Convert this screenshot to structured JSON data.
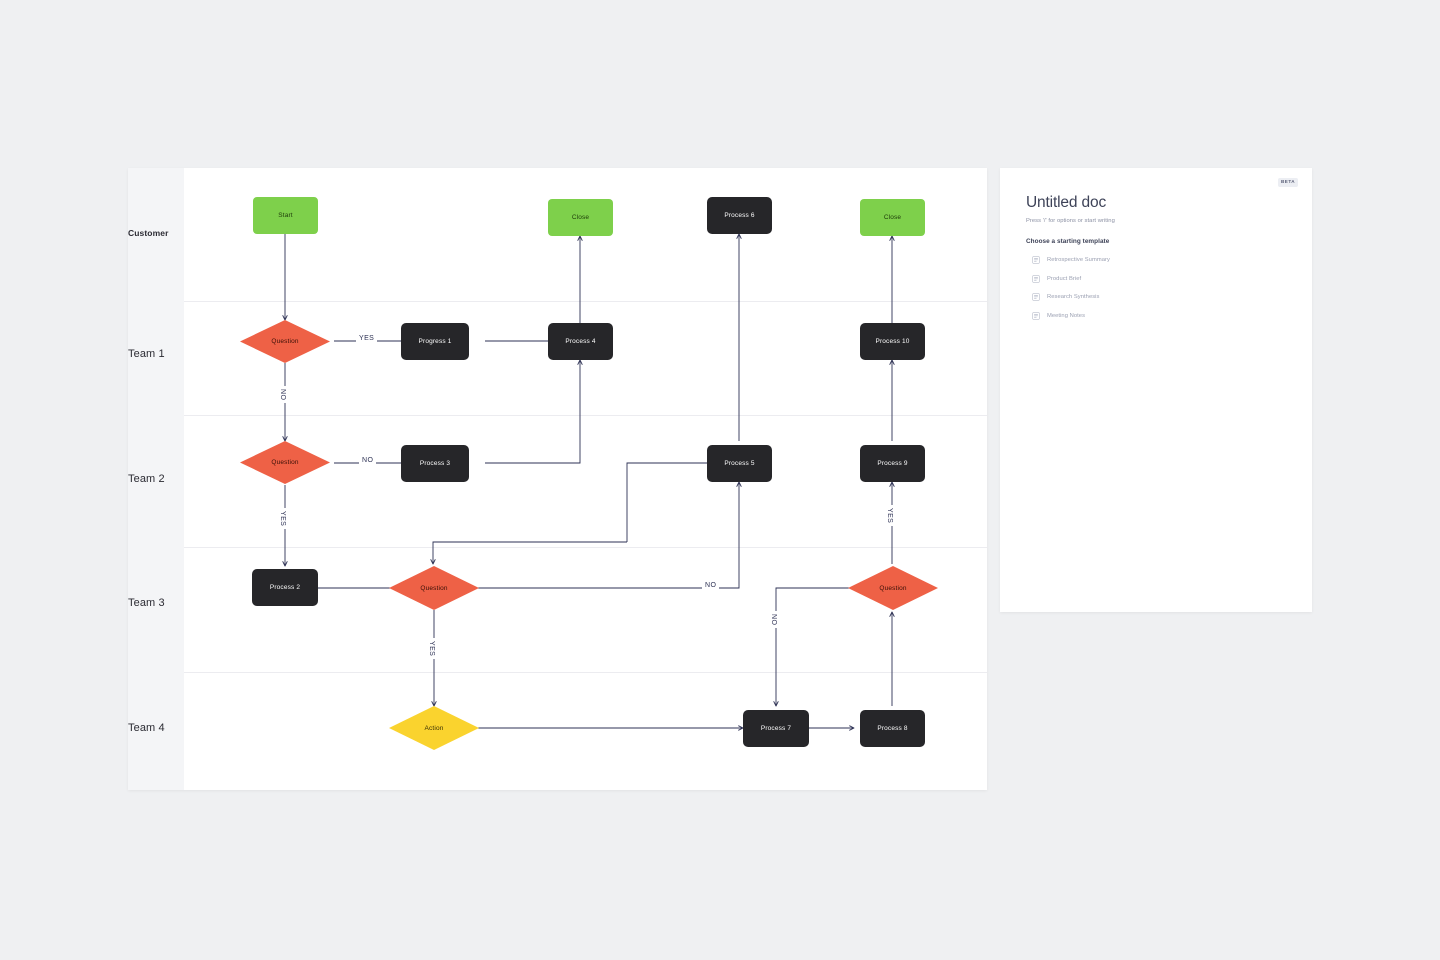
{
  "board": {
    "lanes": [
      {
        "label": "Customer",
        "emphasis": "bold"
      },
      {
        "label": "Team 1",
        "emphasis": "normal"
      },
      {
        "label": "Team 2",
        "emphasis": "normal"
      },
      {
        "label": "Team 3",
        "emphasis": "normal"
      },
      {
        "label": "Team 4",
        "emphasis": "normal"
      }
    ],
    "nodes": [
      {
        "id": "start",
        "label": "Start",
        "shape": "box",
        "color": "green",
        "lane": "Customer"
      },
      {
        "id": "close1",
        "label": "Close",
        "shape": "box",
        "color": "green",
        "lane": "Customer"
      },
      {
        "id": "process6",
        "label": "Process 6",
        "shape": "box",
        "color": "dark",
        "lane": "Customer"
      },
      {
        "id": "close2",
        "label": "Close",
        "shape": "box",
        "color": "green",
        "lane": "Customer"
      },
      {
        "id": "question1",
        "label": "Question",
        "shape": "diamond",
        "color": "red",
        "lane": "Team 1"
      },
      {
        "id": "progress1",
        "label": "Progress 1",
        "shape": "box",
        "color": "dark",
        "lane": "Team 1"
      },
      {
        "id": "process4",
        "label": "Process 4",
        "shape": "box",
        "color": "dark",
        "lane": "Team 1"
      },
      {
        "id": "process10",
        "label": "Process 10",
        "shape": "box",
        "color": "dark",
        "lane": "Team 1"
      },
      {
        "id": "question2",
        "label": "Question",
        "shape": "diamond",
        "color": "red",
        "lane": "Team 2"
      },
      {
        "id": "process3",
        "label": "Process 3",
        "shape": "box",
        "color": "dark",
        "lane": "Team 2"
      },
      {
        "id": "process5",
        "label": "Process 5",
        "shape": "box",
        "color": "dark",
        "lane": "Team 2"
      },
      {
        "id": "process9",
        "label": "Process 9",
        "shape": "box",
        "color": "dark",
        "lane": "Team 2"
      },
      {
        "id": "process2",
        "label": "Process 2",
        "shape": "box",
        "color": "dark",
        "lane": "Team 3"
      },
      {
        "id": "question3",
        "label": "Question",
        "shape": "diamond",
        "color": "red",
        "lane": "Team 3"
      },
      {
        "id": "question4",
        "label": "Question",
        "shape": "diamond",
        "color": "red",
        "lane": "Team 3"
      },
      {
        "id": "action",
        "label": "Action",
        "shape": "diamond",
        "color": "yellow",
        "lane": "Team 4"
      },
      {
        "id": "process7",
        "label": "Process 7",
        "shape": "box",
        "color": "dark",
        "lane": "Team 4"
      },
      {
        "id": "process8",
        "label": "Process 8",
        "shape": "box",
        "color": "dark",
        "lane": "Team 4"
      }
    ],
    "edge_labels": [
      {
        "id": "yes1",
        "text": "YES",
        "from": "question1",
        "to": "progress1"
      },
      {
        "id": "no1",
        "text": "NO",
        "from": "question1",
        "to": "question2"
      },
      {
        "id": "no2",
        "text": "NO",
        "from": "question2",
        "to": "process3"
      },
      {
        "id": "yes2",
        "text": "YES",
        "from": "question2",
        "to": "process2"
      },
      {
        "id": "yes3",
        "text": "YES",
        "from": "question3",
        "to": "action"
      },
      {
        "id": "no3",
        "text": "NO",
        "from": "question3",
        "to": "process5"
      },
      {
        "id": "no4",
        "text": "NO",
        "from": "question4",
        "to": "process7"
      },
      {
        "id": "yes4",
        "text": "YES",
        "from": "question4",
        "to": "process9"
      }
    ],
    "colors": {
      "green": "#7ed04b",
      "red": "#ee6146",
      "yellow": "#fad32e",
      "dark": "#262629",
      "line": "#2d3154",
      "lane_header_bg": "#f4f5f7",
      "canvas_bg": "#ffffff",
      "page_bg": "#eff0f2"
    }
  },
  "doc": {
    "badge": "BETA",
    "title": "Untitled doc",
    "subtitle": "Press '/' for options or start writing",
    "templates_heading": "Choose a starting template",
    "templates": [
      {
        "label": "Retrospective Summary"
      },
      {
        "label": "Product Brief"
      },
      {
        "label": "Research Synthesis"
      },
      {
        "label": "Meeting Notes"
      }
    ]
  }
}
